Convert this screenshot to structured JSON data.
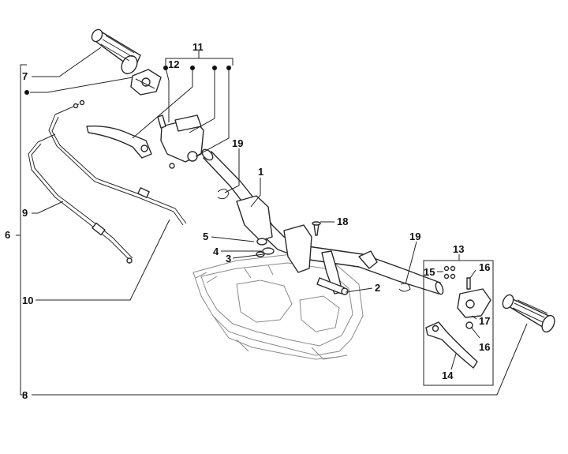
{
  "diagram": {
    "callouts": {
      "c1": "1",
      "c2": "2",
      "c3": "3",
      "c4": "4",
      "c5": "5",
      "c6": "6",
      "c7": "7",
      "c8": "8",
      "c9": "9",
      "c10": "10",
      "c11": "11",
      "c12": "12",
      "c13": "13",
      "c14": "14",
      "c15": "15",
      "c16a": "16",
      "c16b": "16",
      "c17": "17",
      "c18": "18",
      "c19a": "19",
      "c19b": "19"
    },
    "colors": {
      "ink": "#222222",
      "ghost": "#8a8a8a",
      "background": "#ffffff"
    }
  }
}
